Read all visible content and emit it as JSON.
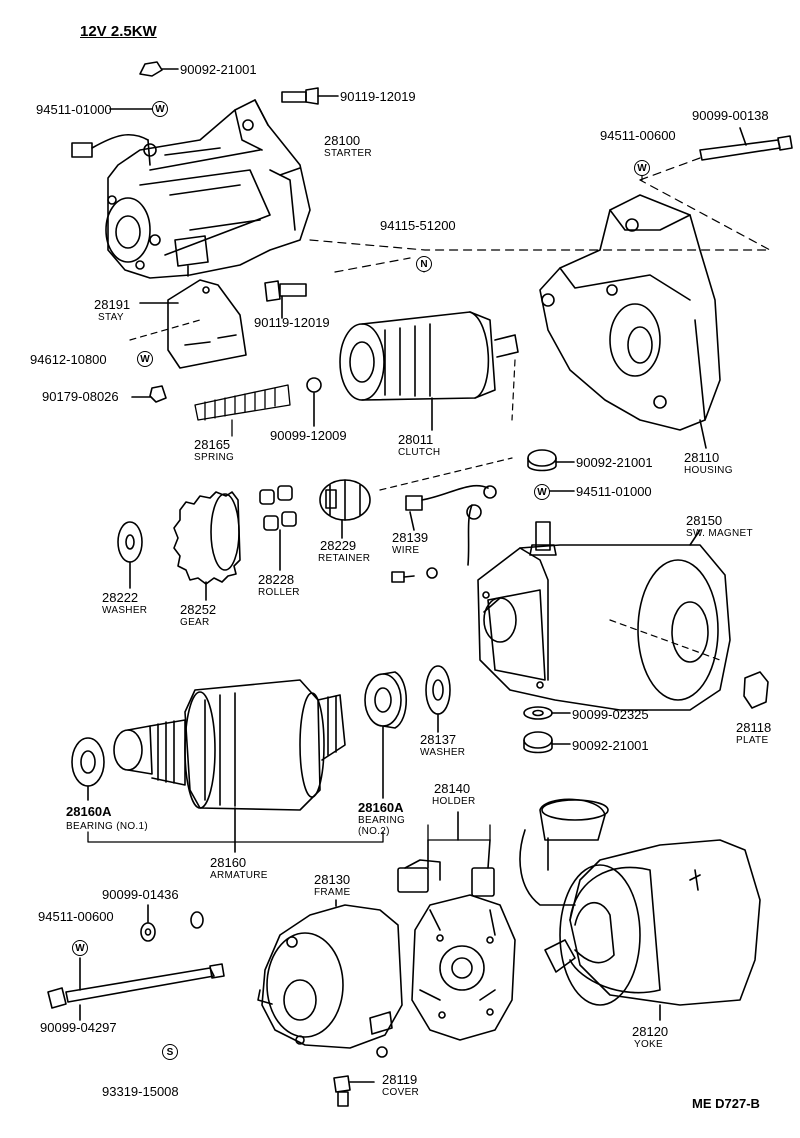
{
  "title": "12V 2.5KW",
  "diagram_ref": "ME D727-B",
  "marks": {
    "washer": "W",
    "nut": "N",
    "screw": "S"
  },
  "parts": {
    "p_90092_top": "90092-21001",
    "p_90119_top": "90119-12019",
    "p_94511_01000_top": "94511-01000",
    "p_28100": "28100",
    "n_28100": "STARTER",
    "p_90099_00138": "90099-00138",
    "p_94511_00600_top": "94511-00600",
    "p_94115": "94115-51200",
    "p_28191": "28191",
    "n_28191": "STAY",
    "p_90119_mid": "90119-12019",
    "p_94612": "94612-10800",
    "p_90179": "90179-08026",
    "p_28165": "28165",
    "n_28165": "SPRING",
    "p_90099_12009": "90099-12009",
    "p_28011": "28011",
    "n_28011": "CLUTCH",
    "p_28110": "28110",
    "n_28110": "HOUSING",
    "p_90092_mid": "90092-21001",
    "p_94511_01000_mid": "94511-01000",
    "p_28150": "28150",
    "n_28150": "SW. MAGNET",
    "p_28139": "28139",
    "n_28139": "WIRE",
    "p_28229": "28229",
    "n_28229": "RETAINER",
    "p_28228": "28228",
    "n_28228": "ROLLER",
    "p_28222": "28222",
    "n_28222": "WASHER",
    "p_28252": "28252",
    "n_28252": "GEAR",
    "p_28137": "28137",
    "n_28137": "WASHER",
    "p_90099_02325": "90099-02325",
    "p_90092_low": "90092-21001",
    "p_28118": "28118",
    "n_28118": "PLATE",
    "p_28160A_1": "28160A",
    "n_28160A_1": "BEARING (NO.1)",
    "p_28160A_2": "28160A",
    "n_28160A_2a": "BEARING",
    "n_28160A_2b": "(NO.2)",
    "p_28160": "28160",
    "n_28160": "ARMATURE",
    "p_28140": "28140",
    "n_28140": "HOLDER",
    "p_28130": "28130",
    "n_28130": "FRAME",
    "p_90099_01436": "90099-01436",
    "p_94511_00600_low": "94511-00600",
    "p_90099_04297": "90099-04297",
    "p_93319": "93319-15008",
    "p_28119": "28119",
    "n_28119": "COVER",
    "p_28120": "28120",
    "n_28120": "YOKE"
  }
}
